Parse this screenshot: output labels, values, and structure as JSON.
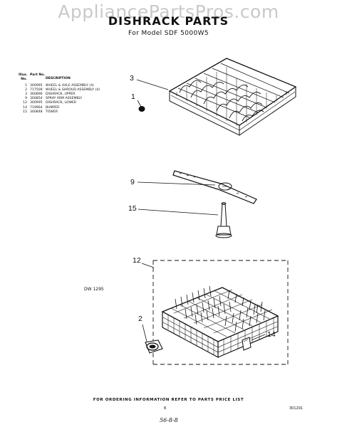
{
  "watermark": "AppliancePartsPros.com",
  "title": "DISHRACK PARTS",
  "subtitle": "For Model SDF 5000W5",
  "parts_table": {
    "headers": {
      "illus_no": "Illus. No.",
      "part_no": "Part No.",
      "description": "DESCRIPTION"
    },
    "rows": [
      {
        "illus": "1",
        "part": "300995",
        "desc": "WHEEL & AXLE ASSEMBLY (4)"
      },
      {
        "illus": "2",
        "part": "717509",
        "desc": "WHEEL & SHROUD ASSEMBLY (4)"
      },
      {
        "illus": "3",
        "part": "300896",
        "desc": "DISHRACK, UPPER"
      },
      {
        "illus": "9",
        "part": "300854",
        "desc": "SPRAY ARM ASSEMBLY"
      },
      {
        "illus": "12",
        "part": "300995",
        "desc": "DISHRACK, LOWER"
      },
      {
        "illus": "14",
        "part": "719964",
        "desc": "BUMPER"
      },
      {
        "illus": "15",
        "part": "300848",
        "desc": "TOWER"
      }
    ]
  },
  "callouts": {
    "c3": "3",
    "c1": "1",
    "c9": "9",
    "c15": "15",
    "c12": "12",
    "c2": "2",
    "c14": "14"
  },
  "figure_ref": "DW 1295",
  "footer_note": "FOR ORDERING INFORMATION REFER TO PARTS PRICE LIST",
  "page_number": "6",
  "doc_number": "301291",
  "hand_note": "56-8-8"
}
